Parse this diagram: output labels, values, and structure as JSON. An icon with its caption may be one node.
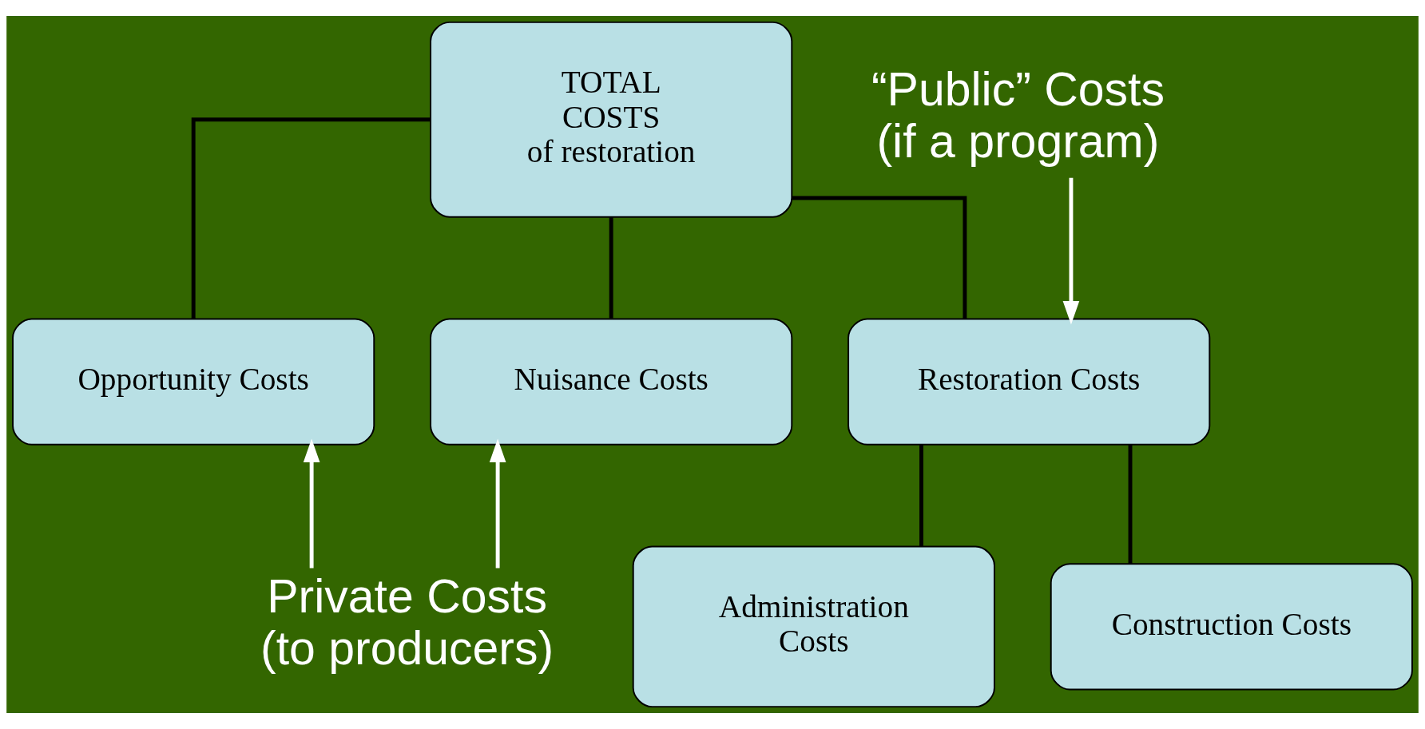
{
  "diagram": {
    "nodes": [
      {
        "text": [
          "TOTAL COSTS of restoration"
        ]
      },
      {
        "text": [
          "Opportunity Costs"
        ]
      },
      {
        "text": [
          "Nuisance Costs"
        ]
      },
      {
        "text": [
          "Restoration Costs"
        ]
      },
      {
        "text": [
          "Administration Costs"
        ]
      },
      {
        "text": [
          "Construction Costs"
        ]
      },
      {
        "text": [
          "Private Costs (to producers)"
        ]
      },
      {
        "text": [
          "“Public” Costs (if a program)"
        ]
      }
    ],
    "edges": [
      {
        "from": 0,
        "to": 1,
        "arrow": "none"
      },
      {
        "from": 0,
        "to": 2,
        "arrow": "none"
      },
      {
        "from": 0,
        "to": 3,
        "arrow": "none"
      },
      {
        "from": 3,
        "to": 4,
        "arrow": "none"
      },
      {
        "from": 3,
        "to": 5,
        "arrow": "none"
      },
      {
        "from": 6,
        "to": 1,
        "arrow": "to",
        "color": "#ffffff"
      },
      {
        "from": 6,
        "to": 2,
        "arrow": "to",
        "color": "#ffffff"
      },
      {
        "from": 7,
        "to": 3,
        "arrow": "to",
        "color": "#ffffff"
      }
    ]
  }
}
